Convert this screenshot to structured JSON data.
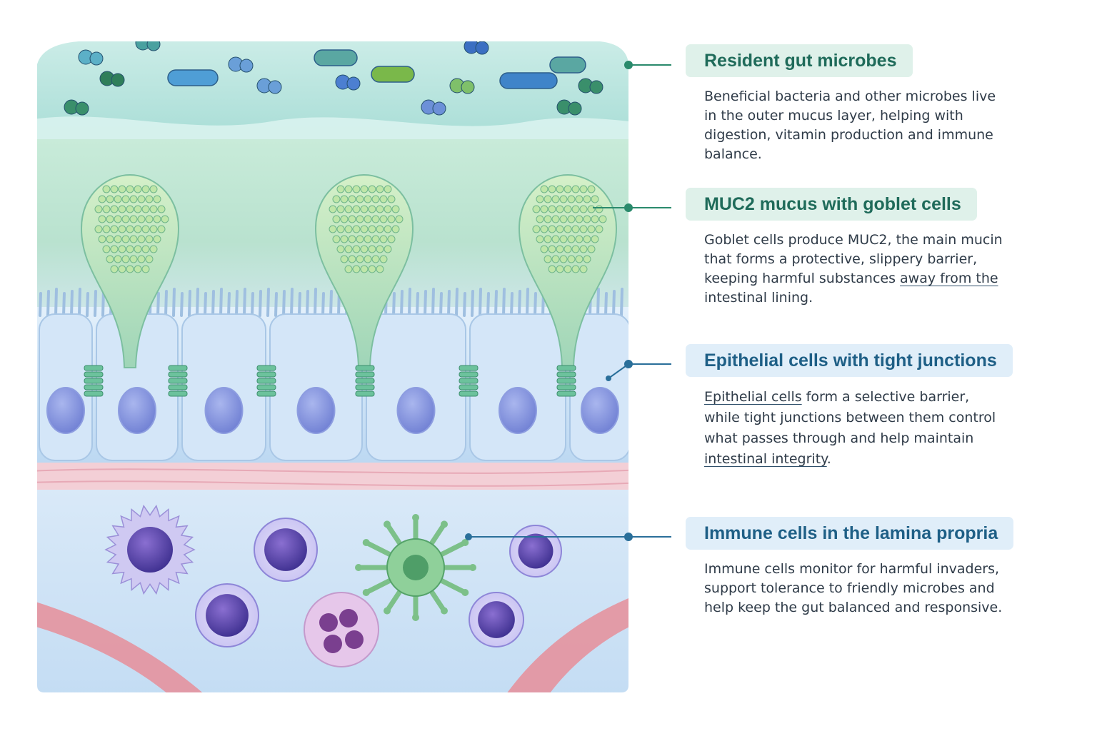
{
  "sections": [
    {
      "title": "Resident gut microbes",
      "description": "Beneficial bacteria and other microbes live in the outer mucus layer, helping with digestion, vitamin production and immune balance.",
      "tone": "green"
    },
    {
      "title": "MUC2 mucus with goblet cells",
      "description_parts": [
        "Goblet cells produce MUC2, the main mucin that forms a protective, slippery barrier, keeping harmful substances ",
        "away from the",
        " intestinal lining."
      ],
      "tone": "green"
    },
    {
      "title": "Epithelial cells with tight junctions",
      "description_parts": [
        "Epithelial cells",
        " form a selective barrier, while tight junctions between them control what passes through and help maintain ",
        "intestinal integrity",
        "."
      ],
      "tone": "blue"
    },
    {
      "title": "Immune cells in the lamina propria",
      "description": "Immune cells monitor for harmful invaders, support tolerance to friendly microbes and help keep the gut balanced and responsive.",
      "tone": "blue"
    }
  ],
  "colors": {
    "green_accent": "#1f6b5a",
    "blue_accent": "#1e5f86",
    "green_pill": "#dff1ea",
    "blue_pill": "#e0eef9",
    "leader_green": "#2a8a6c",
    "leader_blue": "#2a6f9a"
  }
}
